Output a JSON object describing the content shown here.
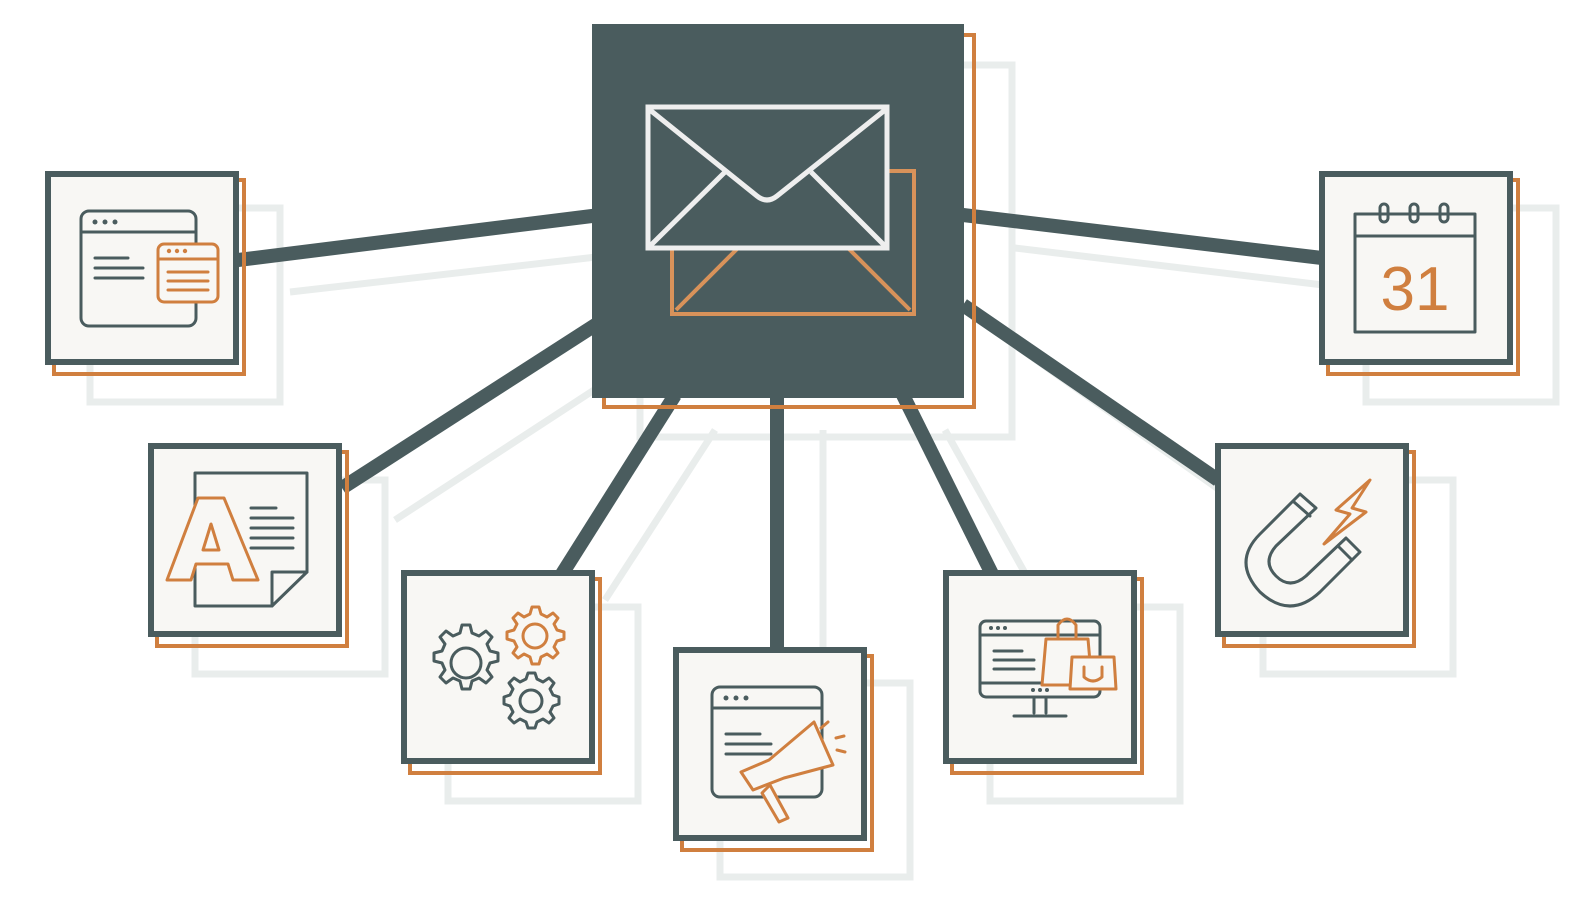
{
  "diagram": {
    "hub": {
      "icon": "envelope-icon"
    },
    "nodes": [
      {
        "id": "web-popup",
        "icon": "browser-popup-icon",
        "text": ""
      },
      {
        "id": "typography",
        "icon": "typography-document-icon",
        "text": ""
      },
      {
        "id": "automation",
        "icon": "gears-icon",
        "text": ""
      },
      {
        "id": "announcement",
        "icon": "browser-megaphone-icon",
        "text": ""
      },
      {
        "id": "ecommerce",
        "icon": "monitor-shopping-bags-icon",
        "text": ""
      },
      {
        "id": "lead-magnet",
        "icon": "magnet-lightning-icon",
        "text": ""
      },
      {
        "id": "calendar",
        "icon": "calendar-icon",
        "text": "31"
      }
    ]
  },
  "colors": {
    "slate": "#4a5c5e",
    "orange": "#d07f3f",
    "tile_fill": "#f8f7f4",
    "shadow": "#e9edec",
    "envelope_outline": "#eeeeee"
  }
}
